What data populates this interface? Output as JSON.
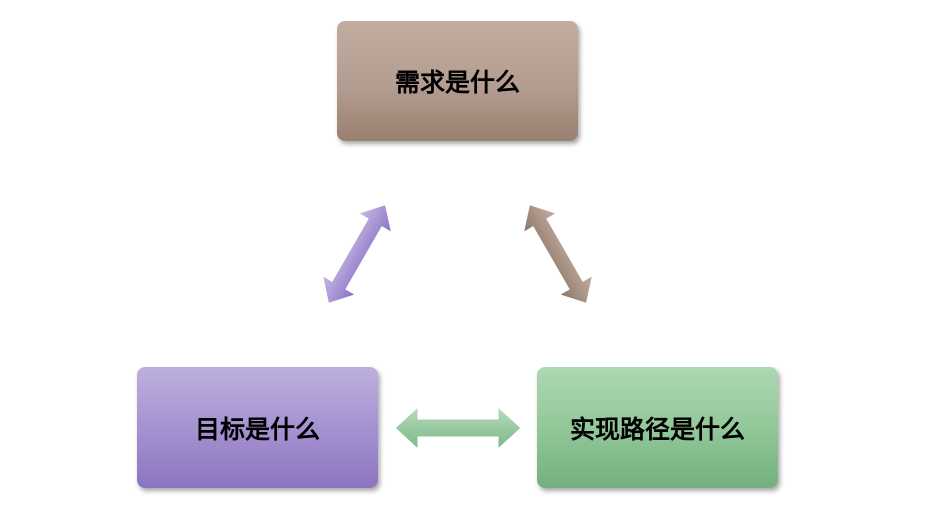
{
  "nodes": {
    "demand": {
      "label": "需求是什么",
      "color": "#b39d90"
    },
    "goal": {
      "label": "目标是什么",
      "color": "#a593d1"
    },
    "path": {
      "label": "实现路径是什么",
      "color": "#92c89a"
    }
  },
  "connectors": [
    {
      "from": "goal",
      "to": "demand",
      "style": "double-arrow",
      "color": "#a593d1"
    },
    {
      "from": "demand",
      "to": "path",
      "style": "double-arrow",
      "color": "#a08878"
    },
    {
      "from": "goal",
      "to": "path",
      "style": "double-arrow",
      "color": "#8cc49a"
    }
  ]
}
